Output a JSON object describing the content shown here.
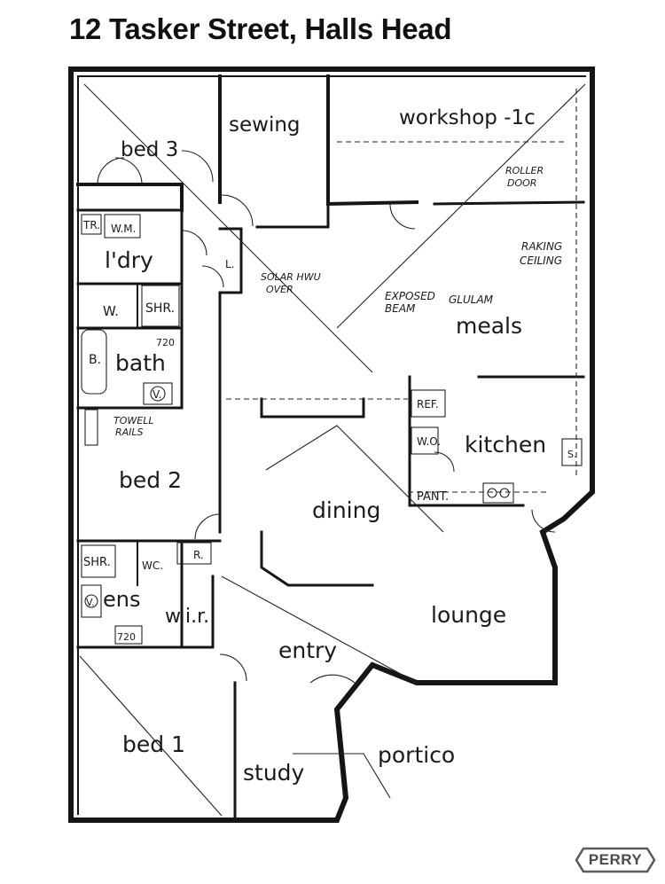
{
  "header": {
    "title": "12 Tasker Street, Halls Head"
  },
  "rooms": {
    "bed3": "bed 3",
    "sewing": "sewing",
    "workshop": "workshop -1c",
    "laundry": "l'dry",
    "bath": "bath",
    "bed2": "bed 2",
    "meals": "meals",
    "kitchen": "kitchen",
    "dining": "dining",
    "lounge": "lounge",
    "ensuite": "ens",
    "wir": "w.i.r.",
    "entry": "entry",
    "bed1": "bed 1",
    "study": "study",
    "portico": "portico"
  },
  "fixtures": {
    "tr": "TR.",
    "wm": "W.M.",
    "wc_laundry": "W.",
    "shr_laundry": "SHR.",
    "bathtub": "B.",
    "vanity_bath": "V.",
    "size_bath": "720",
    "linen": "L.",
    "ref": "REF.",
    "wo": "W.O.",
    "pantry": "PANT.",
    "sink": "S.",
    "shr_ensuite": "SHR.",
    "wc_ensuite": "WC.",
    "vanity_ensuite": "V.",
    "size_ensuite": "720",
    "robe": "R."
  },
  "notes": {
    "roller_door": [
      "ROLLER",
      "DOOR"
    ],
    "solar_hwu": [
      "SOLAR HWU",
      "OVER"
    ],
    "raking_ceiling": [
      "RAKING",
      "CEILING"
    ],
    "exposed_beam": [
      "EXPOSED",
      "BEAM"
    ],
    "glulam": "GLULAM",
    "towel_rails": [
      "TOWELL",
      "RAILS"
    ]
  },
  "logo": {
    "text": "PERRY"
  }
}
